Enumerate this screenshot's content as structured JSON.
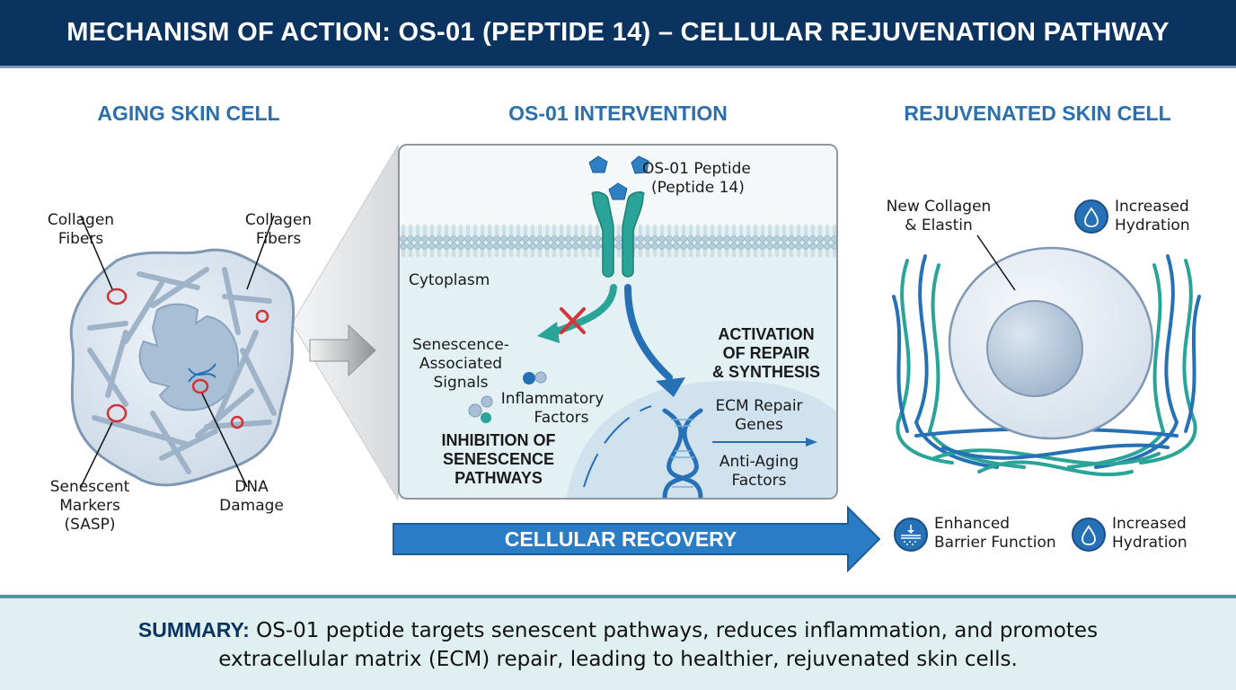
{
  "header": {
    "title": "MECHANISM OF ACTION: OS-01 (PEPTIDE 14) – CELLULAR REJUVENATION PATHWAY"
  },
  "sections": {
    "aging": {
      "title": "AGING SKIN CELL",
      "labels": {
        "collagen_left_1": "Collagen",
        "collagen_left_2": "Fibers",
        "collagen_right_1": "Collagen",
        "collagen_right_2": "Fibers",
        "senescent_1": "Senescent",
        "senescent_2": "Markers",
        "senescent_3": "(SASP)",
        "dna_1": "DNA",
        "dna_2": "Damage"
      }
    },
    "intervention": {
      "title": "OS-01 INTERVENTION",
      "peptide_1": "OS-01 Peptide",
      "peptide_2": "(Peptide 14)",
      "cytoplasm": "Cytoplasm",
      "senescence_signals_1": "Senescence-",
      "senescence_signals_2": "Associated",
      "senescence_signals_3": "Signals",
      "inflammatory_1": "Inflammatory",
      "inflammatory_2": "Factors",
      "inhibition_1": "INHIBITION OF",
      "inhibition_2": "SENESCENCE",
      "inhibition_3": "PATHWAYS",
      "activation_1": "ACTIVATION",
      "activation_2": "OF REPAIR",
      "activation_3": "& SYNTHESIS",
      "ecm_1": "ECM Repair",
      "ecm_2": "Genes",
      "antiaging_1": "Anti-Aging",
      "antiaging_2": "Factors"
    },
    "rejuvenated": {
      "title": "REJUVENATED SKIN CELL",
      "new_collagen_1": "New Collagen",
      "new_collagen_2": "& Elastin",
      "hydration_top_1": "Increased",
      "hydration_top_2": "Hydration",
      "barrier_1": "Enhanced",
      "barrier_2": "Barrier Function",
      "hydration_bottom_1": "Increased",
      "hydration_bottom_2": "Hydration"
    }
  },
  "recovery_arrow": {
    "label": "CELLULAR RECOVERY"
  },
  "summary": {
    "lead": "SUMMARY:",
    "line1": "OS-01 peptide targets senescent pathways, reduces inflammation, and promotes",
    "line2": "extracellular matrix (ECM) repair, leading to healthier, rejuvenated skin cells."
  },
  "colors": {
    "header_bg": "#0b3360",
    "section_title": "#2b6fad",
    "receptor_teal": "#2a9d94",
    "pathway_blue": "#2670b5",
    "inhibit_red": "#d2353a",
    "summary_bg": "#e0f0f0",
    "summary_border": "#38a3a0"
  }
}
